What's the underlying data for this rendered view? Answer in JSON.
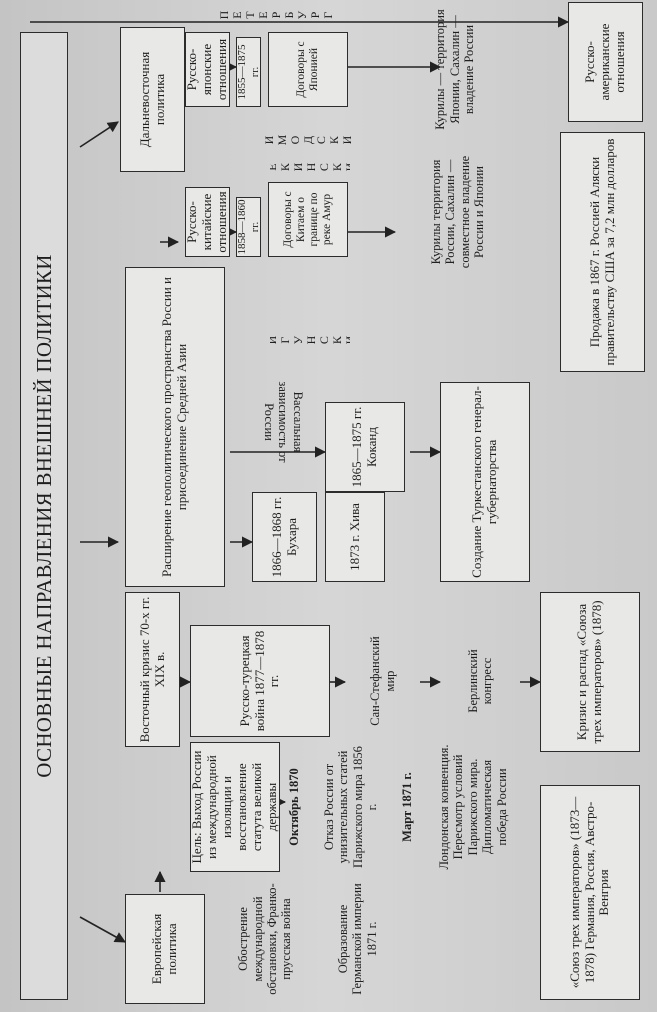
{
  "title": "ОСНОВНЫЕ НАПРАВЛЕНИЯ ВНЕШНЕЙ ПОЛИТИКИ",
  "european": {
    "heading": "Европейская политика",
    "eastern_crisis": "Восточный кризис 70-х гг. XIX в.",
    "goal": "Цель: Выход России из международной изоляции и восстановление статута великой державы",
    "october": "Октябрь 1870",
    "aggravation": "Обострение международной обстановки, Франко-прусская война",
    "refusal": "Отказ России от унизительных статей Парижского мира 1856 г.",
    "german_empire": "Образование Германской империи 1871 г.",
    "march": "Март 1871 г.",
    "london": "Лондонская конвенция. Пересмотр условий Парижского мира. Дипломатическая победа России",
    "union_first": "«Союз трех императоров» (1873—1878) Германия, Россия, Австро-Венгрия",
    "war": "Русско-турецкая война 1877—1878 гг.",
    "san_stefano": "Сан-Стефанский мир",
    "berlin": "Берлинский конгресс",
    "union_crisis": "Кризис и распад «Союза трех императоров» (1878)"
  },
  "asia": {
    "expansion": "Расширение геополитического пространства России и присоединение Средней Азии",
    "bukhara": "1866—1868 гг. Бухара",
    "khiva": "1873 г. Хива",
    "kokand": "1865—1875 гг. Коканд",
    "vassal": "Вассальная зависимость от России",
    "turkestan": "Создание Туркестанского генерал-губернаторства"
  },
  "far_east": {
    "heading": "Дальневосточная политика",
    "chinese": "Русско-китайские отношения",
    "chinese_years": "1858—1860 гг.",
    "chinese_treaties": "Договоры с Китаем о границе по реке Амур",
    "aigun": "АЙГУНСКИЙ",
    "peking": "ПЕКИНСКИЙ",
    "japanese": "Русско-японские отношения",
    "japanese_years": "1855—1875 гг.",
    "japanese_treaties": "Договоры с Японией",
    "simoda": "СИМОДСКИЙ",
    "petersburg": "ПЕТЕРБУРГ",
    "sakhalin_joint": "Курилы территория России, Сахалин — совместное владение России и Японии",
    "kurils_japan": "Курилы — территория Японии, Сахалин — владение России",
    "american": "Русско-американские отношения",
    "alaska": "Продажа в 1867 г. Россией Аляски правительству США за 7,2 млн долларов"
  }
}
